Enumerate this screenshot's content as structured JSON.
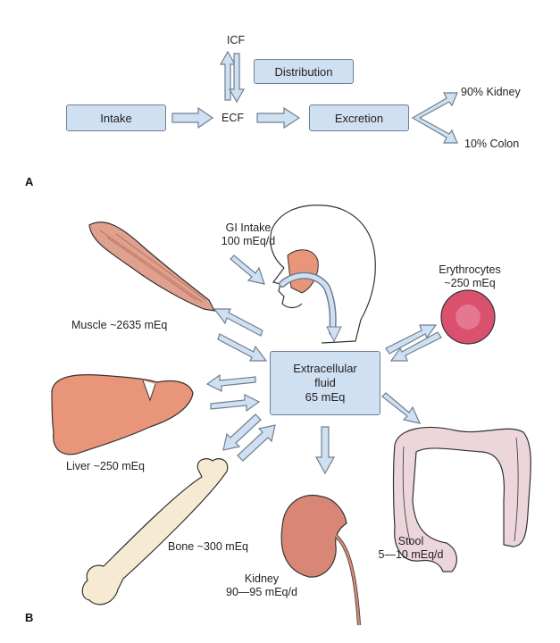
{
  "panel_a": {
    "label": "A",
    "intake": "Intake",
    "ecf": "ECF",
    "icf": "ICF",
    "distribution": "Distribution",
    "excretion": "Excretion",
    "kidney_share": "90% Kidney",
    "colon_share": "10% Colon"
  },
  "panel_b": {
    "label": "B",
    "gi_intake_line1": "GI Intake",
    "gi_intake_line2": "100 mEq/d",
    "ecf_line1": "Extracellular",
    "ecf_line2": "fluid",
    "ecf_line3": "65 mEq",
    "erythrocytes_line1": "Erythrocytes",
    "erythrocytes_line2": "~250 mEq",
    "muscle": "Muscle ~2635 mEq",
    "liver": "Liver ~250 mEq",
    "bone": "Bone ~300 mEq",
    "kidney_line1": "Kidney",
    "kidney_line2": "90—95 mEq/d",
    "stool_line1": "Stool",
    "stool_line2": "5—10 mEq/d"
  },
  "colors": {
    "box_fill": "#cfe0f2",
    "arrow_fill": "#cfe0f2",
    "arrow_stroke": "#6f7f90",
    "organ_fill": "#e9957a",
    "kidney_fill": "#d98677",
    "muscle_fill": "#e0a08e",
    "bone_fill": "#f6ead2",
    "colon_fill": "#ecd5db",
    "erythrocyte_fill": "#d9516d"
  }
}
